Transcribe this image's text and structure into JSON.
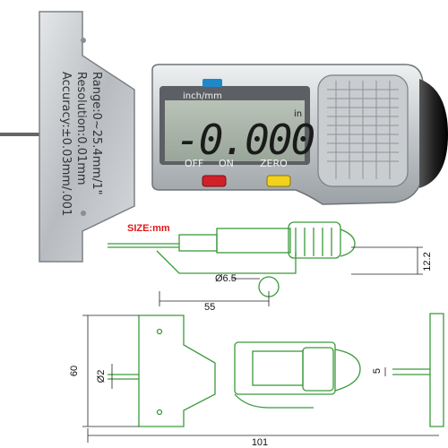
{
  "product": {
    "plate_text": {
      "range": "Range:0~25.4mm/1\"",
      "resolution": "Resolution:0.01mm",
      "accuracy": "Accuracy:±0.03mm/.001"
    },
    "display": {
      "unit_label": "inch/mm",
      "reading": "-0.000",
      "unit_indicator": "in"
    },
    "buttons": {
      "off": "OFF",
      "on": "ON",
      "zero": "ZERO"
    },
    "colors": {
      "inch_mm_button": "#1e88c8",
      "on_off_button": "#d2202a",
      "zero_button": "#f2d21c",
      "drawing_outline": "#3a9a3a",
      "size_label": "#e01818"
    }
  },
  "drawing": {
    "size_label": "SIZE:mm",
    "dimensions": {
      "probe_diameter": "Ø6.5",
      "length_55": "55",
      "height_12_2": "12.2",
      "height_60": "60",
      "probe_dia_2": "Ø2",
      "width_101": "101",
      "offset_5": "5"
    }
  }
}
